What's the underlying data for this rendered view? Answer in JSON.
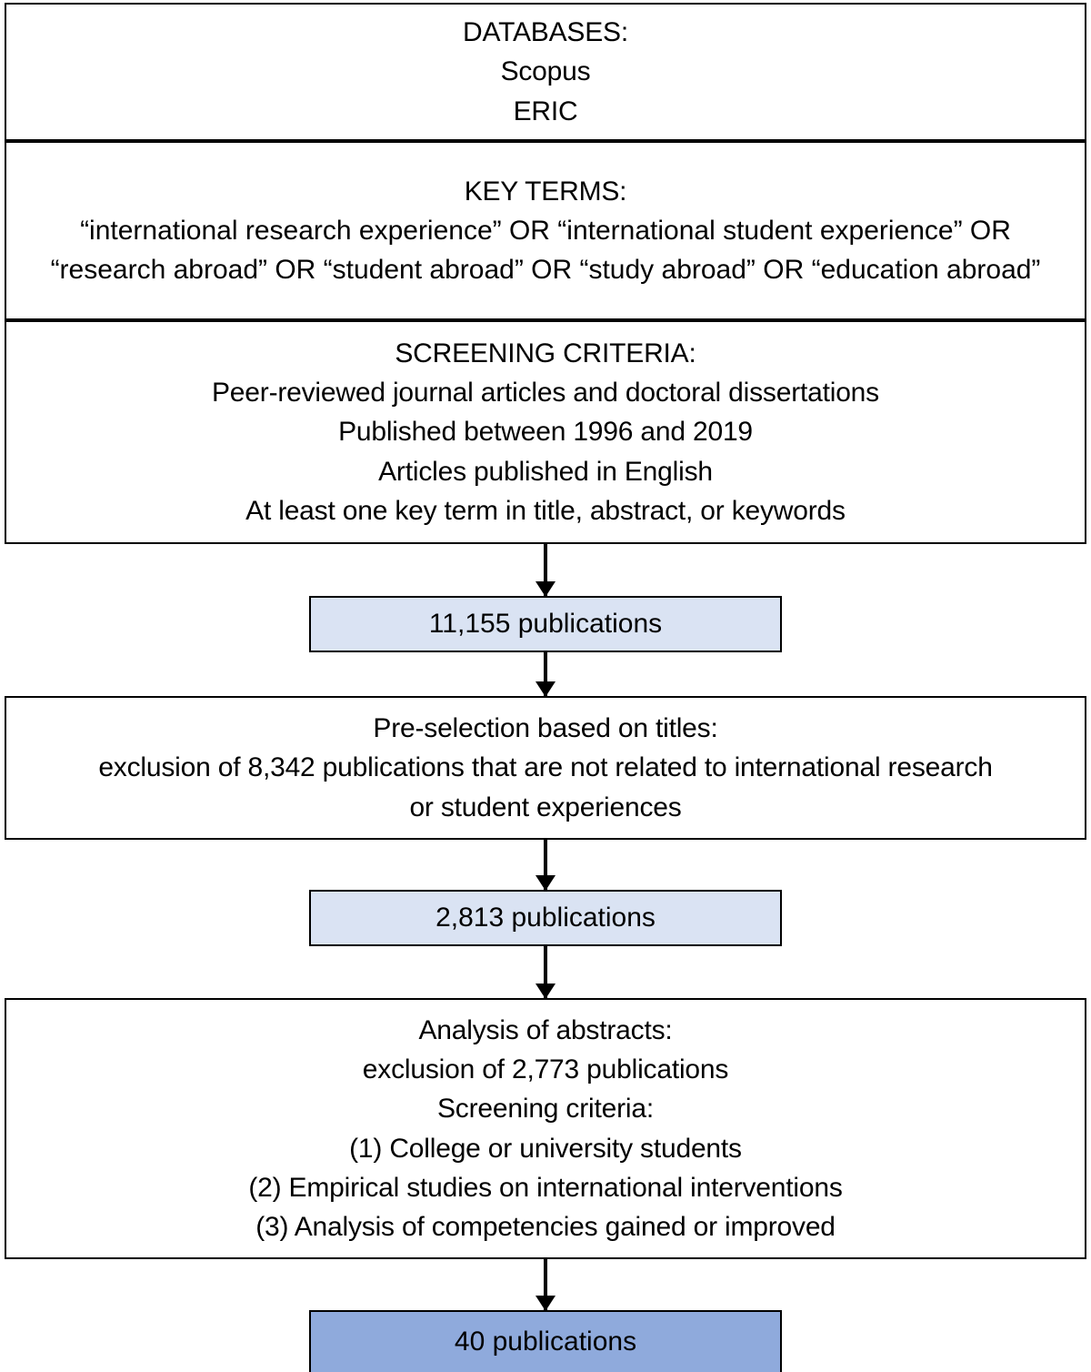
{
  "diagram": {
    "type": "flowchart",
    "title": "Systematic literature review selection flow",
    "orientation": "top-to-bottom",
    "colors": {
      "box_border": "#000000",
      "box_fill": "#ffffff",
      "result_fill_light": "#dae3f3",
      "result_fill_dark": "#8faadc",
      "text": "#000000",
      "arrow": "#000000"
    },
    "nodes": [
      {
        "id": "databases",
        "kind": "criteria",
        "lines": [
          "DATABASES:",
          "Scopus",
          "ERIC"
        ]
      },
      {
        "id": "key-terms",
        "kind": "criteria",
        "heading": "KEY TERMS:",
        "body": "“international research experience” OR “international student experience” OR “research abroad” OR “student abroad” OR “study abroad” OR “education abroad”"
      },
      {
        "id": "screening-criteria",
        "kind": "criteria",
        "lines": [
          "SCREENING CRITERIA:",
          "Peer-reviewed journal articles and doctoral dissertations",
          "Published between 1996 and 2019",
          "Articles published in English",
          "At least one key term in title, abstract, or keywords"
        ]
      },
      {
        "id": "result-1",
        "kind": "result",
        "fill": "#dae3f3",
        "label": "11,155 publications",
        "count": 11155
      },
      {
        "id": "pre-selection",
        "kind": "criteria",
        "lines": [
          "Pre-selection based on titles:",
          "exclusion of 8,342 publications that are not related to international research",
          "or student experiences"
        ],
        "excluded": 8342
      },
      {
        "id": "result-2",
        "kind": "result",
        "fill": "#dae3f3",
        "label": "2,813 publications",
        "count": 2813
      },
      {
        "id": "abstract-analysis",
        "kind": "criteria",
        "lines": [
          "Analysis of abstracts:",
          "exclusion of 2,773 publications",
          "Screening criteria:",
          "(1) College or university students",
          "(2) Empirical studies on international interventions",
          "(3) Analysis of competencies gained or improved"
        ],
        "excluded": 2773
      },
      {
        "id": "result-3",
        "kind": "result",
        "fill": "#8faadc",
        "label": "40 publications",
        "count": 40
      }
    ],
    "edges": [
      {
        "from": "screening-criteria",
        "to": "result-1",
        "style": "solid-arrow"
      },
      {
        "from": "result-1",
        "to": "pre-selection",
        "style": "solid-arrow"
      },
      {
        "from": "pre-selection",
        "to": "result-2",
        "style": "solid-arrow"
      },
      {
        "from": "result-2",
        "to": "abstract-analysis",
        "style": "solid-arrow"
      },
      {
        "from": "abstract-analysis",
        "to": "result-3",
        "style": "solid-arrow"
      }
    ]
  }
}
